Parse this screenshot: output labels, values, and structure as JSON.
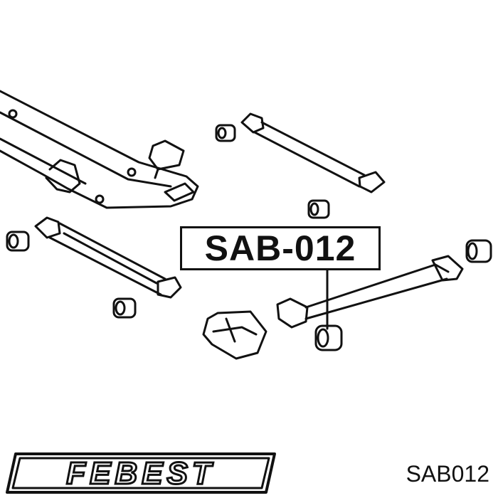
{
  "diagram": {
    "callout_label": "SAB-012",
    "brand": "FEBEST",
    "part_number": "SAB012"
  },
  "colors": {
    "ink": "#111111",
    "paper": "#ffffff"
  }
}
